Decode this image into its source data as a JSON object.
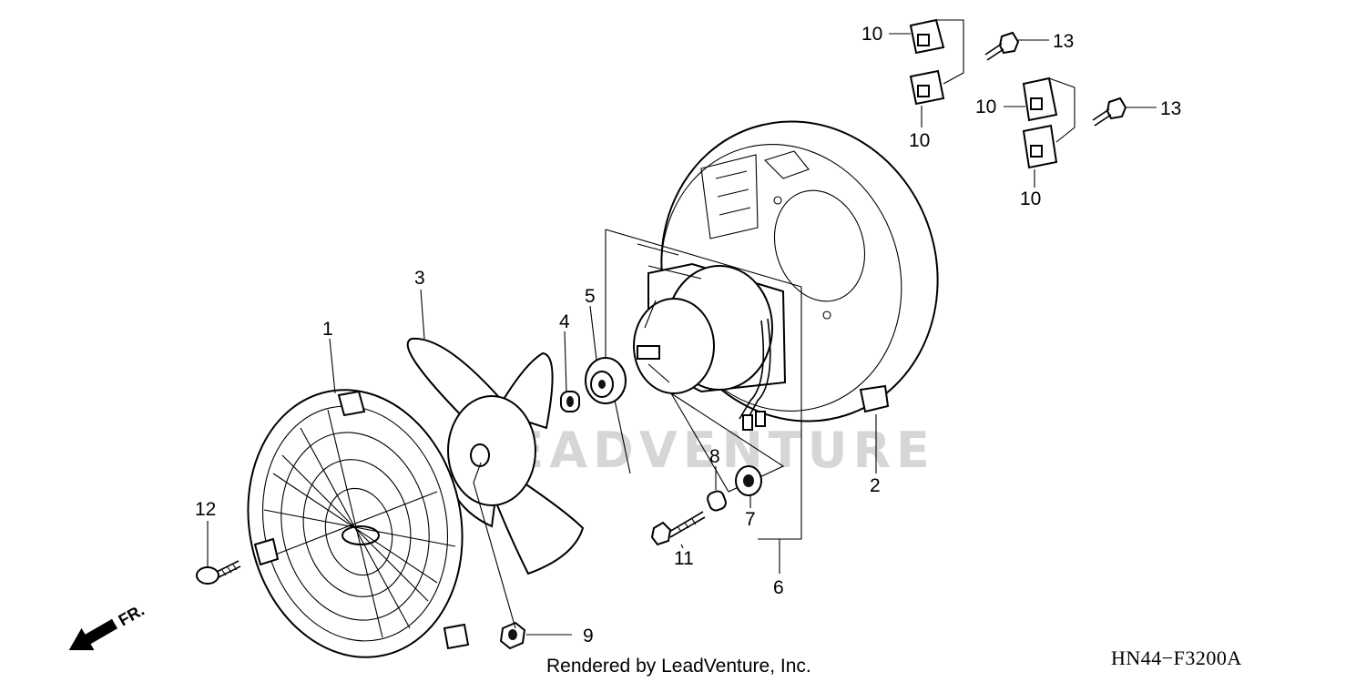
{
  "diagram": {
    "watermark": "LEADVENTURE",
    "credit": "Rendered by LeadVenture, Inc.",
    "drawing_code": "HN44−F3200A",
    "direction_label": "FR.",
    "callouts": {
      "p1": "1",
      "p2": "2",
      "p3": "3",
      "p4": "4",
      "p5": "5",
      "p6": "6",
      "p7": "7",
      "p8": "8",
      "p9": "9",
      "p10a": "10",
      "p10b": "10",
      "p10c": "10",
      "p10d": "10",
      "p11": "11",
      "p12": "12",
      "p13a": "13",
      "p13b": "13"
    }
  }
}
